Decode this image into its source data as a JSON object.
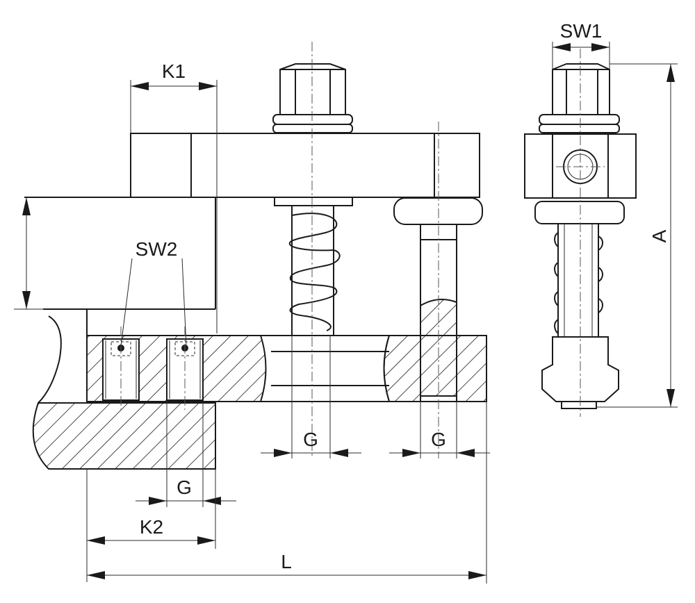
{
  "labels": {
    "k1": "K1",
    "k2": "K2",
    "sw1": "SW1",
    "sw2": "SW2",
    "g": "G",
    "a": "A",
    "l": "L"
  }
}
